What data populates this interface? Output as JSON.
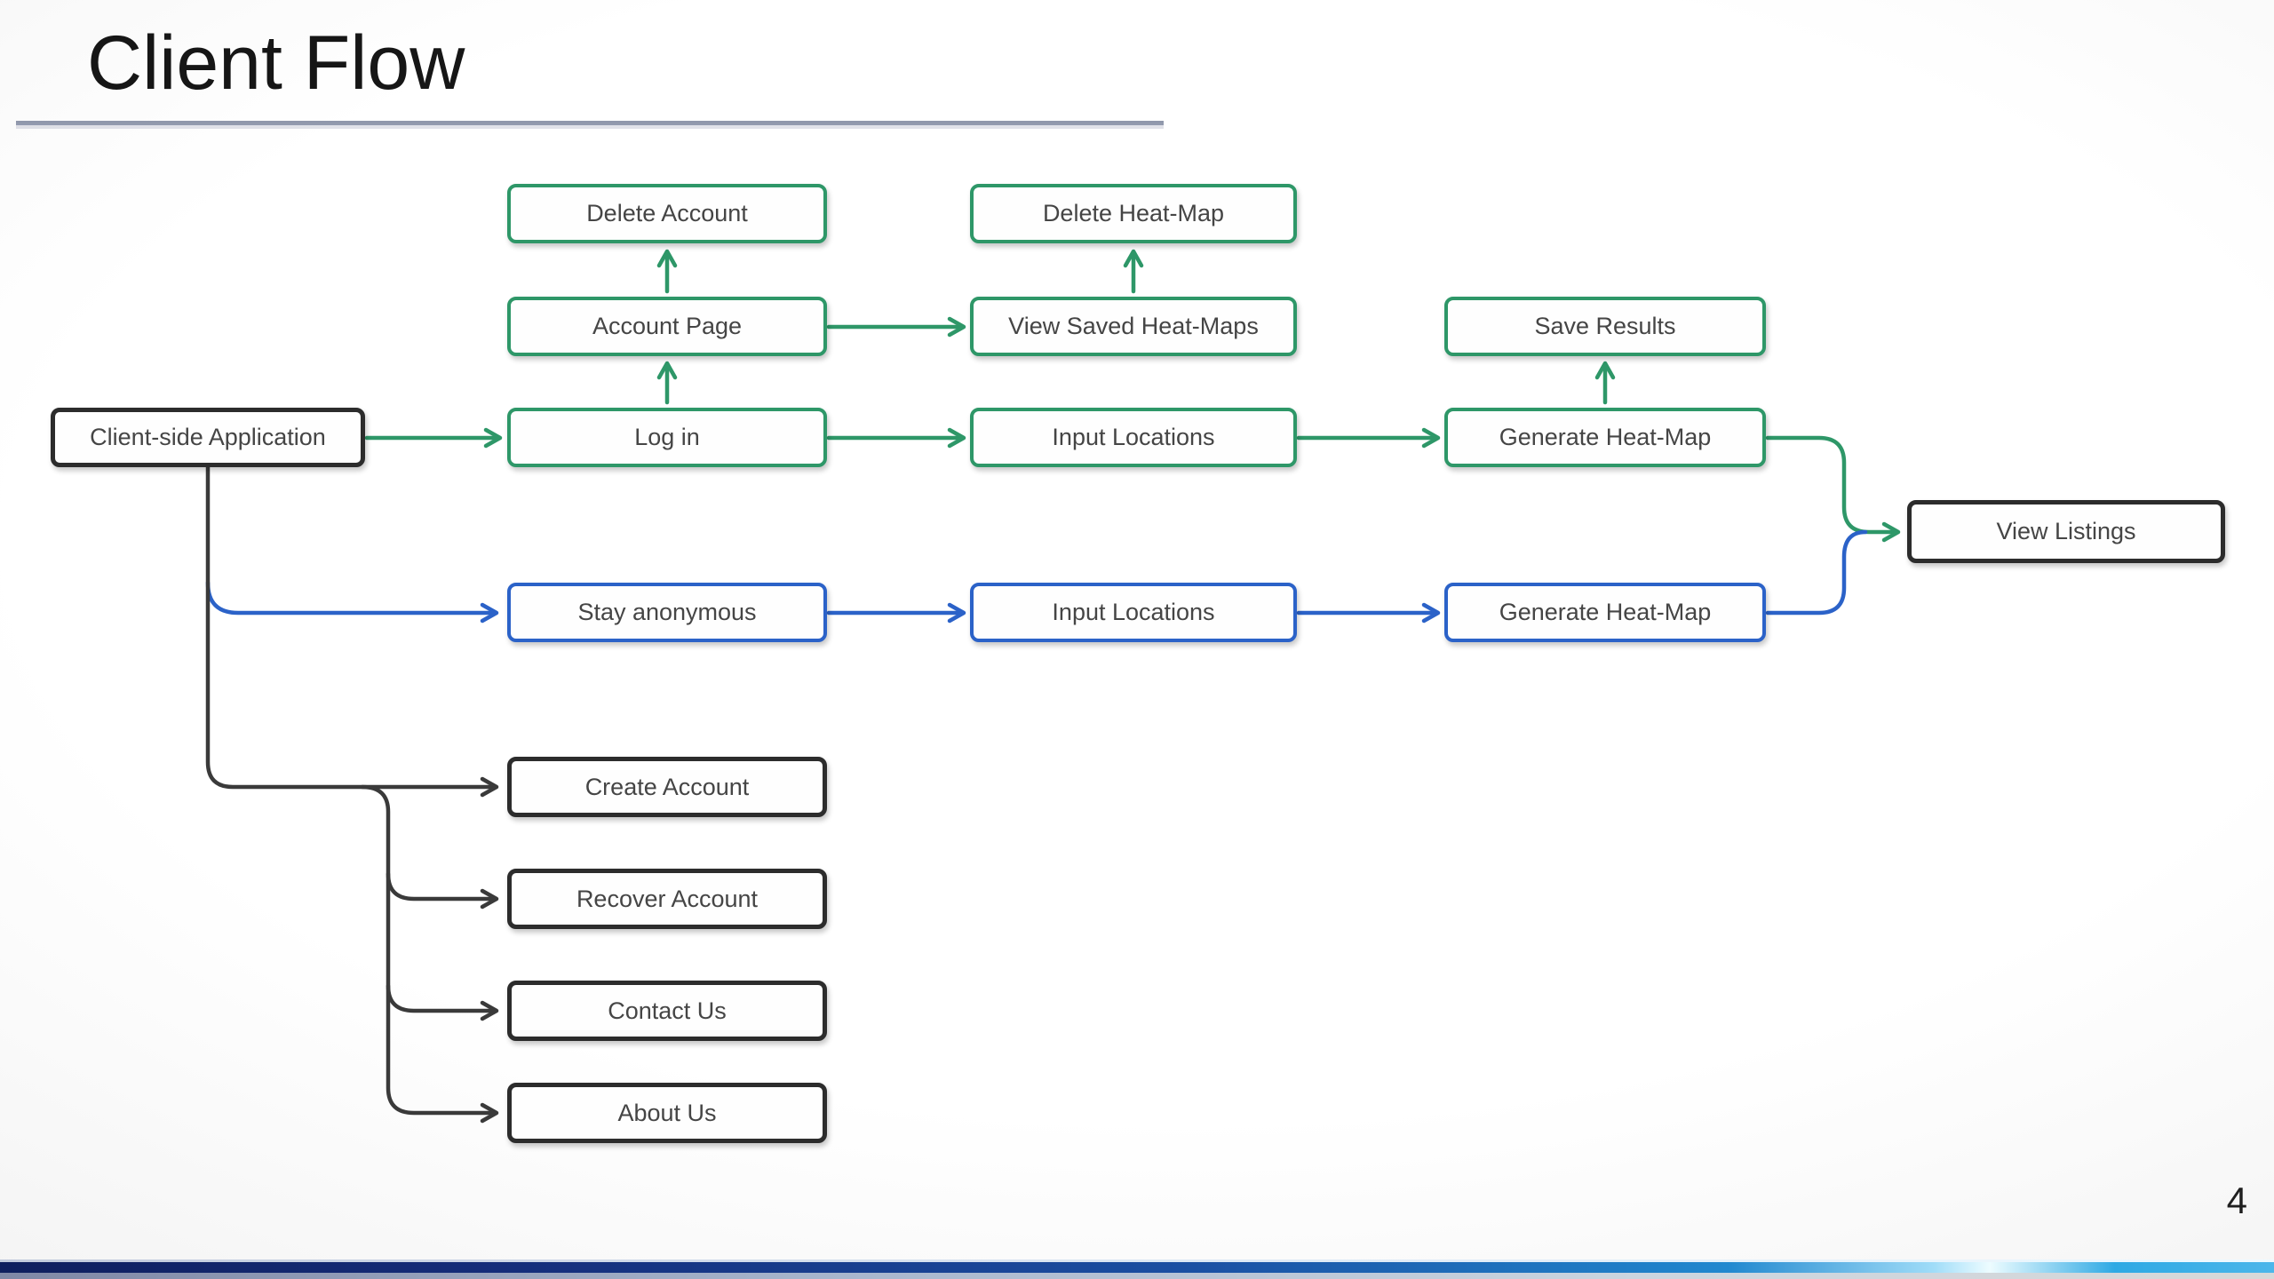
{
  "slide": {
    "title": "Client Flow",
    "page_number": "4"
  },
  "colors": {
    "green": "#2e9768",
    "blue": "#2b62c8",
    "ink": "#3a3a3a",
    "underline": "#939bb0",
    "footer_navy": "#0f1f5e",
    "footer_sky": "#4cb6ea"
  },
  "nodes": [
    {
      "label": "Client-side Application",
      "variant": "black"
    },
    {
      "label": "Delete Account",
      "variant": "green"
    },
    {
      "label": "Account Page",
      "variant": "green"
    },
    {
      "label": "Delete Heat-Map",
      "variant": "green"
    },
    {
      "label": "View Saved Heat-Maps",
      "variant": "green"
    },
    {
      "label": "Log in",
      "variant": "green"
    },
    {
      "label": "Input Locations",
      "variant": "green"
    },
    {
      "label": "Generate Heat-Map",
      "variant": "green"
    },
    {
      "label": "Save Results",
      "variant": "green"
    },
    {
      "label": "View Listings",
      "variant": "black"
    },
    {
      "label": "Stay anonymous",
      "variant": "blue"
    },
    {
      "label": "Input Locations",
      "variant": "blue"
    },
    {
      "label": "Generate Heat-Map",
      "variant": "blue"
    },
    {
      "label": "Create Account",
      "variant": "black"
    },
    {
      "label": "Recover Account",
      "variant": "black"
    },
    {
      "label": "Contact Us",
      "variant": "black"
    },
    {
      "label": "About Us",
      "variant": "black"
    }
  ],
  "edges": [
    {
      "from": "Client-side Application",
      "to": "Log in",
      "color": "green"
    },
    {
      "from": "Log in",
      "to": "Account Page",
      "color": "green"
    },
    {
      "from": "Account Page",
      "to": "Delete Account",
      "color": "green"
    },
    {
      "from": "Account Page",
      "to": "View Saved Heat-Maps",
      "color": "green"
    },
    {
      "from": "View Saved Heat-Maps",
      "to": "Delete Heat-Map",
      "color": "green"
    },
    {
      "from": "Log in",
      "to": "Input Locations",
      "color": "green"
    },
    {
      "from": "Input Locations",
      "to": "Generate Heat-Map",
      "color": "green"
    },
    {
      "from": "Generate Heat-Map",
      "to": "Save Results",
      "color": "green"
    },
    {
      "from": "Generate Heat-Map",
      "to": "View Listings",
      "color": "green"
    },
    {
      "from": "Client-side Application",
      "to": "Stay anonymous",
      "color": "blue"
    },
    {
      "from": "Stay anonymous",
      "to": "Input Locations",
      "color": "blue"
    },
    {
      "from": "Input Locations",
      "to": "Generate Heat-Map",
      "color": "blue"
    },
    {
      "from": "Generate Heat-Map",
      "to": "View Listings",
      "color": "blue"
    },
    {
      "from": "Client-side Application",
      "to": "Create Account",
      "color": "black"
    },
    {
      "from": "Client-side Application",
      "to": "Recover Account",
      "color": "black"
    },
    {
      "from": "Client-side Application",
      "to": "Contact Us",
      "color": "black"
    },
    {
      "from": "Client-side Application",
      "to": "About Us",
      "color": "black"
    }
  ]
}
